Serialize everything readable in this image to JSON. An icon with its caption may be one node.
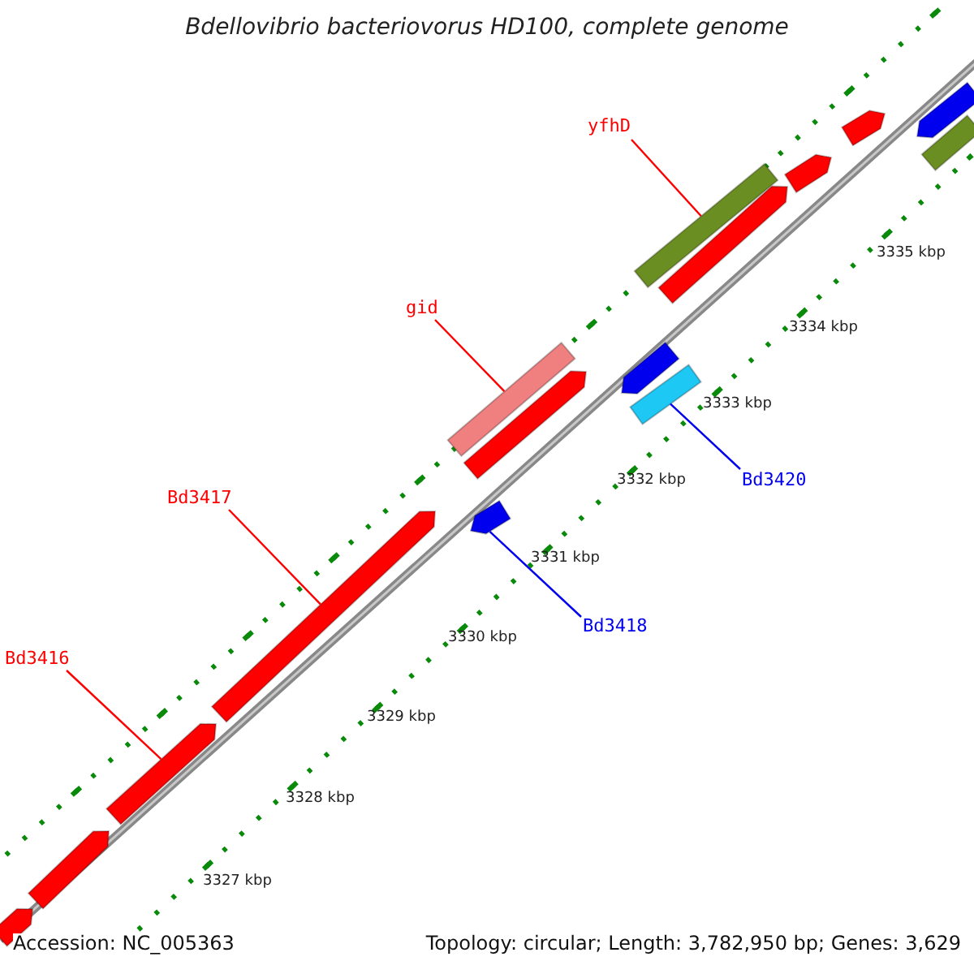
{
  "diagram": {
    "title": "Bdellovibrio bacteriovorus HD100, complete genome",
    "nodes": [
      {
        "text": [
          "yfhD"
        ]
      },
      {
        "text": [
          "gid"
        ]
      },
      {
        "text": [
          "Bd3417"
        ]
      },
      {
        "text": [
          "Bd3416"
        ]
      },
      {
        "text": [
          "Bd3420"
        ]
      },
      {
        "text": [
          "Bd3418"
        ]
      },
      {
        "text": [],
        "shape": "bar"
      },
      {
        "text": [],
        "shape": "bar"
      },
      {
        "text": [],
        "shape": "arrow"
      },
      {
        "text": [],
        "shape": "arrow"
      },
      {
        "text": [],
        "shape": "bar"
      },
      {
        "text": [],
        "shape": "arrow"
      },
      {
        "text": [],
        "shape": "arrow"
      },
      {
        "text": [],
        "shape": "arrow"
      },
      {
        "text": [],
        "shape": "arrow"
      },
      {
        "text": [],
        "shape": "arrow"
      },
      {
        "text": [],
        "shape": "arrow"
      },
      {
        "text": [],
        "shape": "arrow"
      },
      {
        "text": [],
        "shape": "bar"
      },
      {
        "text": [],
        "shape": "arrow"
      },
      {
        "text": [],
        "shape": "arrow"
      }
    ],
    "edges": [
      {
        "from": 0,
        "to": 6,
        "arrow": "none"
      },
      {
        "from": 1,
        "to": 7,
        "arrow": "none"
      },
      {
        "from": 2,
        "to": 8,
        "arrow": "none"
      },
      {
        "from": 3,
        "to": 9,
        "arrow": "none"
      },
      {
        "from": 4,
        "to": 10,
        "arrow": "none",
        "color": "#0000ee"
      },
      {
        "from": 5,
        "to": 11,
        "arrow": "none",
        "color": "#0000ee"
      }
    ],
    "labels": [
      "3335 kbp",
      "3334 kbp",
      "3333 kbp",
      "3332 kbp",
      "3331 kbp",
      "3330 kbp",
      "3329 kbp",
      "3328 kbp",
      "3327 kbp",
      "Accession: NC_005363",
      "Topology: circular; Length: 3,782,950 bp; Genes: 3,629"
    ]
  }
}
